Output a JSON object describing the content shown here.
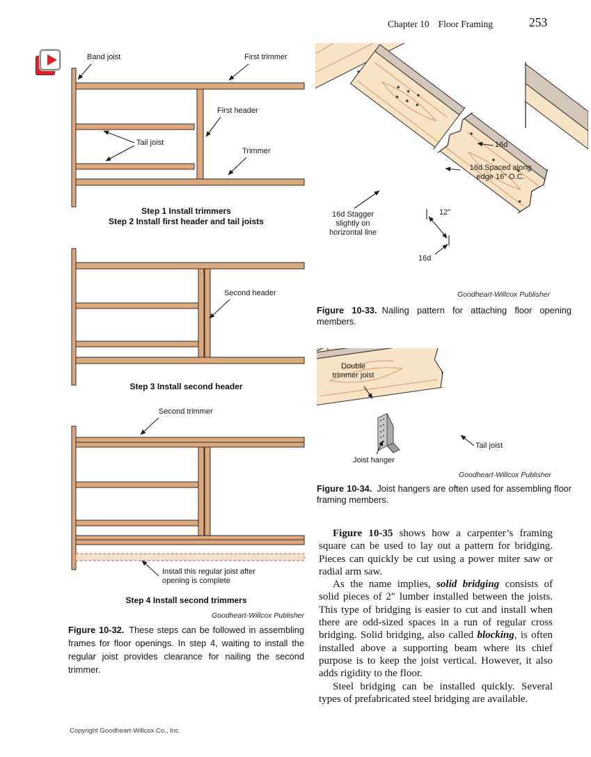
{
  "header": {
    "chapter_label": "Chapter 10",
    "chapter_title": "Floor Framing",
    "page_number": "253"
  },
  "icons": {
    "play_icon": "play-media"
  },
  "colors": {
    "wood": "#DCA87C",
    "wood_cream": "#F8E3C5",
    "wood_grain": "#CE8C60",
    "wood_top_face": "#D4C7B9",
    "wood_top_face_dark": "#BBAC9D",
    "ghost_joist_fill": "#F4DFCB",
    "ghost_joist_stroke": "#C4825A",
    "outline": "#2b2b2b",
    "metal": "#C9C9C9",
    "play_red": "#E02128"
  },
  "figure_10_32": {
    "panel1": {
      "labels": {
        "band_joist": "Band joist",
        "first_trimmer": "First trimmer",
        "first_header": "First header",
        "tail_joist": "Tail joist",
        "trimmer": "Trimmer"
      },
      "caption_line1": "Step 1 Install trimmers",
      "caption_line2": "Step 2 Install first header and tail joists"
    },
    "panel2": {
      "labels": {
        "second_header": "Second header"
      },
      "caption": "Step 3 Install second header"
    },
    "panel3": {
      "labels": {
        "second_trimmer": "Second trimmer",
        "regular_joist_note": "Install this regular joist after\nopening is complete"
      },
      "caption": "Step 4 Install second trimmers"
    },
    "credit": "Goodheart-Willcox Publisher",
    "figure_label": "Figure 10-32.",
    "caption": "These steps can be followed in assembling frames for floor openings. In step 4, waiting to install the regular joist provides clearance for nailing the second trimmer."
  },
  "figure_10_33": {
    "labels": {
      "nail_right": "16d",
      "spaced": "16d Spaced along\nedge 16\" O.C.",
      "stagger": "16d Stagger\nslightly on\nhorizontal line",
      "dimension": "12\"",
      "nail_bottom": "16d"
    },
    "credit": "Goodheart-Willcox Publisher",
    "figure_label": "Figure 10-33.",
    "caption": "Nailing pattern for attaching floor opening members."
  },
  "figure_10_34": {
    "labels": {
      "double_trimmer": "Double\ntrimmer joist",
      "tail_joist": "Tail joist",
      "joist_hanger": "Joist hanger"
    },
    "credit": "Goodheart-Willcox Publisher",
    "figure_label": "Figure 10-34.",
    "caption": "Joist hangers are often used for assembling floor framing members."
  },
  "body": {
    "p1": {
      "bold_lead": "Figure 10-35",
      "text": " shows how a carpenter’s framing square can be used to lay out a pattern for bridging. Pieces can quickly be cut using a power miter saw or radial arm saw."
    },
    "p2": {
      "pre": "As the name implies, ",
      "term1": "solid bridging",
      "mid": " consists of solid pieces of 2″ lumber installed between the joists. This type of bridging is easier to cut and install when there are odd-sized spaces in a run of regular cross bridging. Solid bridging, also called ",
      "term2": "blocking",
      "post": ", is often installed above a supporting beam where its chief purpose is to keep the joist vertical. However, it also adds rigidity to the floor."
    },
    "p3": "Steel bridging can be installed quickly. Several types of prefabricated steel bridging are available."
  },
  "footer": {
    "copyright": "Copyright Goodheart-Willcox Co., Inc."
  }
}
